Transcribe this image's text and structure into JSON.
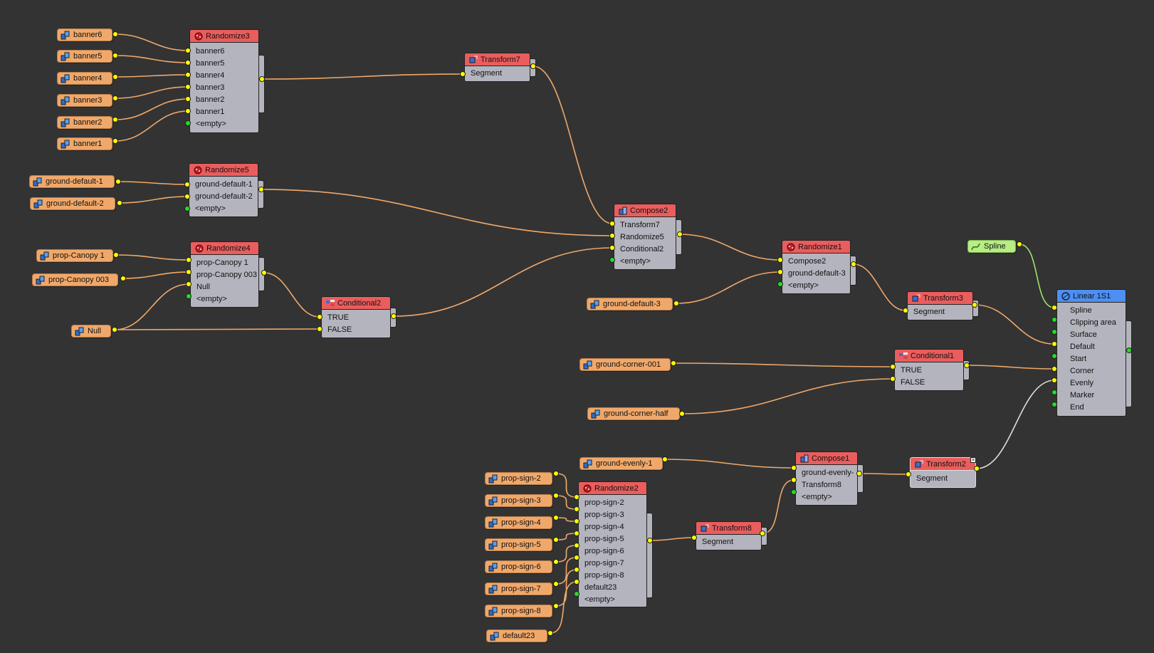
{
  "colors": {
    "background": "#333333",
    "source_node": "#f0a86a",
    "spline_node": "#b8ec84",
    "operator_header": "#ea5d5d",
    "linear_header": "#4d8ff2",
    "node_body": "#b4b4be",
    "port": "#ffff00",
    "empty_port": "#22dd22",
    "wire": "#f0a86a"
  },
  "sources": [
    {
      "id": "banner6",
      "label": "banner6"
    },
    {
      "id": "banner5",
      "label": "banner5"
    },
    {
      "id": "banner4",
      "label": "banner4"
    },
    {
      "id": "banner3",
      "label": "banner3"
    },
    {
      "id": "banner2",
      "label": "banner2"
    },
    {
      "id": "banner1",
      "label": "banner1"
    },
    {
      "id": "ground-default-1",
      "label": "ground-default-1"
    },
    {
      "id": "ground-default-2",
      "label": "ground-default-2"
    },
    {
      "id": "prop-canopy-1",
      "label": "prop-Canopy 1"
    },
    {
      "id": "prop-canopy-003",
      "label": "prop-Canopy 003"
    },
    {
      "id": "null",
      "label": "Null"
    },
    {
      "id": "ground-default-3",
      "label": "ground-default-3"
    },
    {
      "id": "ground-corner-001",
      "label": "ground-corner-001"
    },
    {
      "id": "ground-corner-half",
      "label": "ground-corner-half"
    },
    {
      "id": "ground-evenly-1",
      "label": "ground-evenly-1"
    },
    {
      "id": "prop-sign-2",
      "label": "prop-sign-2"
    },
    {
      "id": "prop-sign-3",
      "label": "prop-sign-3"
    },
    {
      "id": "prop-sign-4",
      "label": "prop-sign-4"
    },
    {
      "id": "prop-sign-5",
      "label": "prop-sign-5"
    },
    {
      "id": "prop-sign-6",
      "label": "prop-sign-6"
    },
    {
      "id": "prop-sign-7",
      "label": "prop-sign-7"
    },
    {
      "id": "prop-sign-8",
      "label": "prop-sign-8"
    },
    {
      "id": "default23",
      "label": "default23"
    },
    {
      "id": "spline",
      "label": "Spline",
      "kind": "spline"
    }
  ],
  "operators": [
    {
      "id": "randomize3",
      "title": "Randomize3",
      "icon": "randomize-icon",
      "inputs": [
        "banner6",
        "banner5",
        "banner4",
        "banner3",
        "banner2",
        "banner1",
        "<empty>"
      ]
    },
    {
      "id": "randomize5",
      "title": "Randomize5",
      "icon": "randomize-icon",
      "inputs": [
        "ground-default-1",
        "ground-default-2",
        "<empty>"
      ]
    },
    {
      "id": "randomize4",
      "title": "Randomize4",
      "icon": "randomize-icon",
      "inputs": [
        "prop-Canopy 1",
        "prop-Canopy 003",
        "Null",
        "<empty>"
      ]
    },
    {
      "id": "conditional2",
      "title": "Conditional2",
      "icon": "conditional-icon",
      "inputs": [
        "TRUE",
        "FALSE"
      ]
    },
    {
      "id": "transform7",
      "title": "Transform7",
      "icon": "transform-icon",
      "inputs": [
        "Segment"
      ]
    },
    {
      "id": "compose2",
      "title": "Compose2",
      "icon": "compose-icon",
      "inputs": [
        "Transform7",
        "Randomize5",
        "Conditional2",
        "<empty>"
      ]
    },
    {
      "id": "randomize1",
      "title": "Randomize1",
      "icon": "randomize-icon",
      "inputs": [
        "Compose2",
        "ground-default-3",
        "<empty>"
      ]
    },
    {
      "id": "transform3",
      "title": "Transform3",
      "icon": "transform-icon",
      "inputs": [
        "Segment"
      ]
    },
    {
      "id": "conditional1",
      "title": "Conditional1",
      "icon": "conditional-icon",
      "inputs": [
        "TRUE",
        "FALSE"
      ]
    },
    {
      "id": "randomize2",
      "title": "Randomize2",
      "icon": "randomize-icon",
      "inputs": [
        "prop-sign-2",
        "prop-sign-3",
        "prop-sign-4",
        "prop-sign-5",
        "prop-sign-6",
        "prop-sign-7",
        "prop-sign-8",
        "default23",
        "<empty>"
      ]
    },
    {
      "id": "transform8",
      "title": "Transform8",
      "icon": "transform-icon",
      "inputs": [
        "Segment"
      ]
    },
    {
      "id": "compose1",
      "title": "Compose1",
      "icon": "compose-icon",
      "inputs": [
        "ground-evenly-",
        "Transform8",
        "<empty>"
      ]
    },
    {
      "id": "transform2",
      "title": "Transform2",
      "icon": "transform-icon",
      "inputs": [
        "Segment"
      ],
      "selected": true
    },
    {
      "id": "linear",
      "title": "Linear 1S1",
      "icon": "linear-icon",
      "inputs": [
        "Spline",
        "Clipping area",
        "Surface",
        "Default",
        "Start",
        "Corner",
        "Evenly",
        "Marker",
        "End"
      ]
    }
  ]
}
